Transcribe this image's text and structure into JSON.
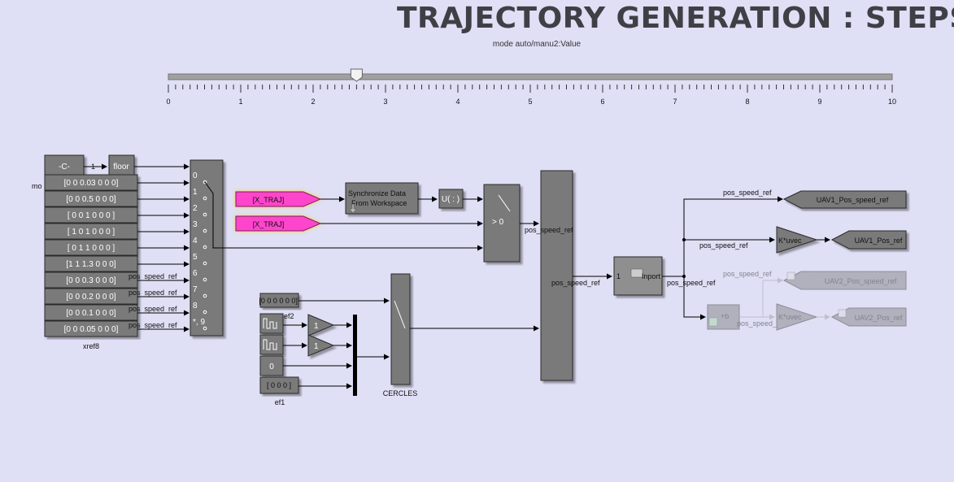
{
  "title": "TRAJECTORY GENERATION : STEPS",
  "slider": {
    "label": "mode auto/manu2:Value",
    "min": 0,
    "max": 10,
    "value": 2.6,
    "tick_labels": [
      "0",
      "1",
      "2",
      "3",
      "4",
      "5",
      "6",
      "7",
      "8",
      "9",
      "10"
    ]
  },
  "colors": {
    "background": "#dfdff5",
    "block": "#7a7a7a",
    "from_tag": "#ff44cc"
  },
  "constants": {
    "c_block": "-C-",
    "floor": "floor",
    "one_small": "1",
    "mode_label_partial": "mo",
    "xref_values": [
      "[0 0 0.03 0 0 0]",
      "[0 0 0.5 0 0 0]",
      "[ 0 0 1 0 0 0 ]",
      "[ 1 0 1 0 0 0 ]",
      "[ 0 1 1 0 0 0 ]",
      "[1 1 1.3 0 0 0]",
      "[0 0 0.3 0 0 0]",
      "[0 0 0.2 0 0 0]",
      "[0 0 0.1 0 0 0]",
      "[0 0 0.05 0 0 0]"
    ],
    "xref_name": "xref8",
    "pos_speed_ref": "pos_speed_ref"
  },
  "multiport": {
    "ports": [
      "0",
      "1",
      "2",
      "3",
      "4",
      "5",
      "6",
      "7",
      "8",
      "*, 9"
    ]
  },
  "from_tags": [
    "[X_TRAJ]",
    "[X_TRAJ]"
  ],
  "sync": {
    "line1": "Synchronize Data",
    "line2": "From Workspace"
  },
  "reshape": "U( : )",
  "switch_label": "> 0",
  "ref2": {
    "value": "[0 0 0 0 0 0]'",
    "name": "ef2"
  },
  "gains": [
    "1",
    "1"
  ],
  "zero_const": "0",
  "ef1": {
    "value": "[ 0 0 0 ]",
    "name": "ef1"
  },
  "cercles": "CERCLES",
  "inport": {
    "port_num": "1",
    "label": "Inport"
  },
  "signal_labels": {
    "bus_in": "pos_speed_ref",
    "bus_out": "pos_speed_ref",
    "inport_out": "pos_speed_ref",
    "upper": "pos_speed_ref",
    "middle": "pos_speed_ref",
    "dim1": "pos_speed_ref",
    "dim2": "pos_speed_ref"
  },
  "gotos": {
    "uav1_speed": "UAV1_Pos_speed_ref",
    "uav1_pos": "UAV1_Pos_ref",
    "uav2_speed": "UAV2_Pos_speed_ref",
    "uav2_pos": "UAV2_Pos_ref"
  },
  "uvec": "K*uvec",
  "plusb": "+b"
}
